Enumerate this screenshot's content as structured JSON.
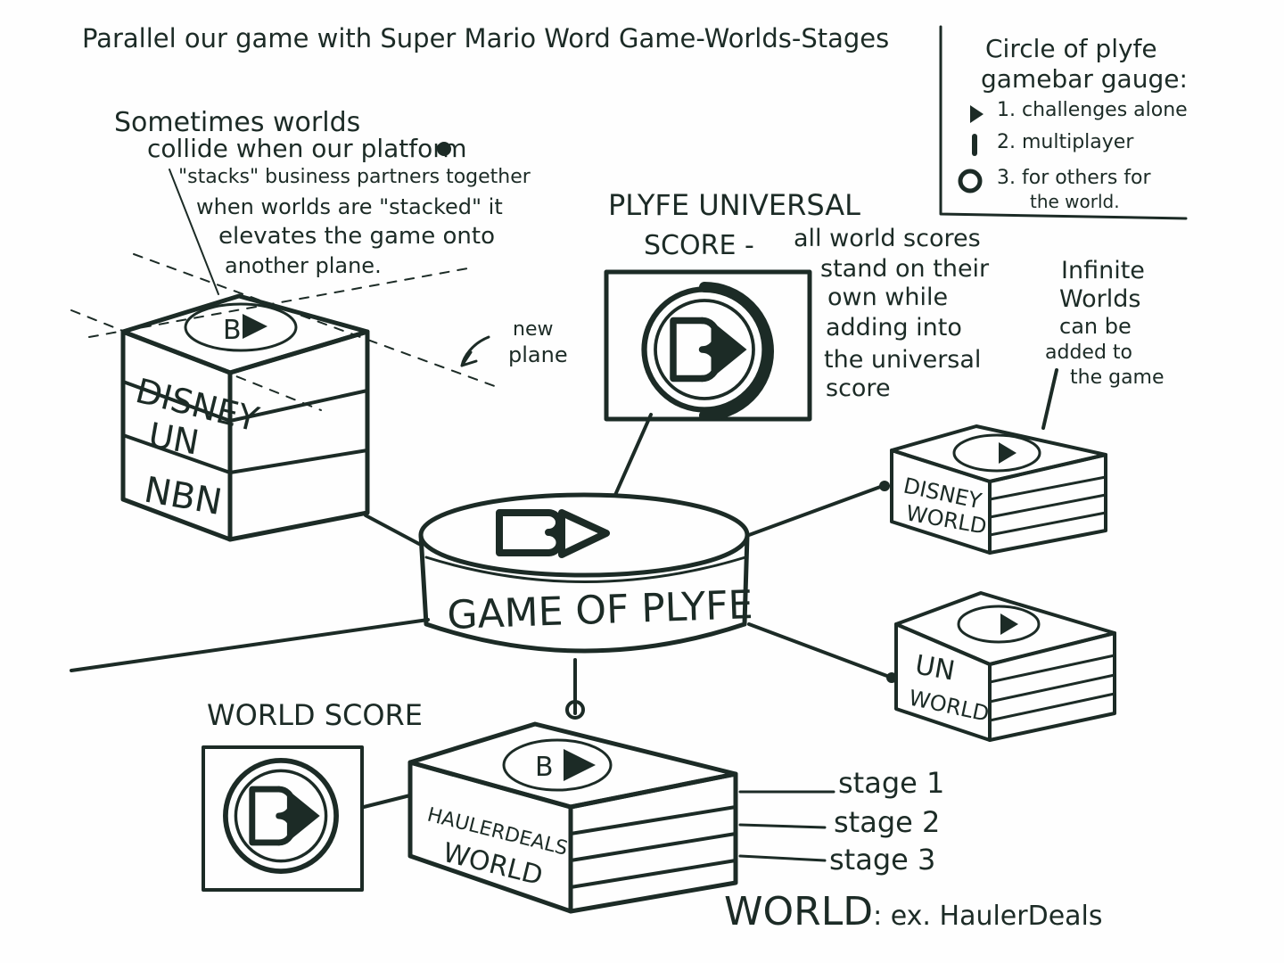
{
  "title": "Parallel our game with Super Mario Word Game-Worlds-Stages",
  "legend": {
    "heading_line1": "Circle of plyfe",
    "heading_line2": "gamebar gauge:",
    "items": [
      {
        "label": "1. challenges alone",
        "icon": "triangle-icon"
      },
      {
        "label": "2. multiplayer",
        "icon": "half-bar-icon"
      },
      {
        "label": "3. for others for",
        "icon": "circle-icon"
      },
      {
        "label": "the world.",
        "icon": ""
      }
    ]
  },
  "stack_note": [
    "Sometimes worlds",
    "collide when our platform",
    "\"stacks\" business partners together",
    "when worlds are \"stacked\" it",
    "elevates the game onto",
    "another plane."
  ],
  "new_plane": [
    "new",
    "plane"
  ],
  "universal_score": {
    "line1": "PLYFE UNIVERSAL",
    "line2": "SCORE -",
    "note": [
      "all world scores",
      "stand on their",
      "own while",
      "adding into",
      "the universal",
      "score"
    ]
  },
  "infinite_note": [
    "Infinite",
    "Worlds",
    "can be",
    "added to",
    "the game"
  ],
  "stacked_box": [
    "DISNEY",
    "UN",
    "NBN"
  ],
  "hub_label": "GAME OF PLYFE",
  "disney_world": [
    "DISNEY",
    "WORLD"
  ],
  "un_world": [
    "UN",
    "WORLD"
  ],
  "world_score_label": "WORLD SCORE",
  "haulerdeals_world": [
    "HAULERDEALS",
    "WORLD"
  ],
  "stages": [
    "stage 1",
    "stage 2",
    "stage 3"
  ],
  "world_example": {
    "big": "WORLD",
    "small": ": ex. HaulerDeals"
  },
  "logo_text": "B",
  "colors": {
    "ink": "#1c2b26",
    "paper": "#fefefe"
  }
}
